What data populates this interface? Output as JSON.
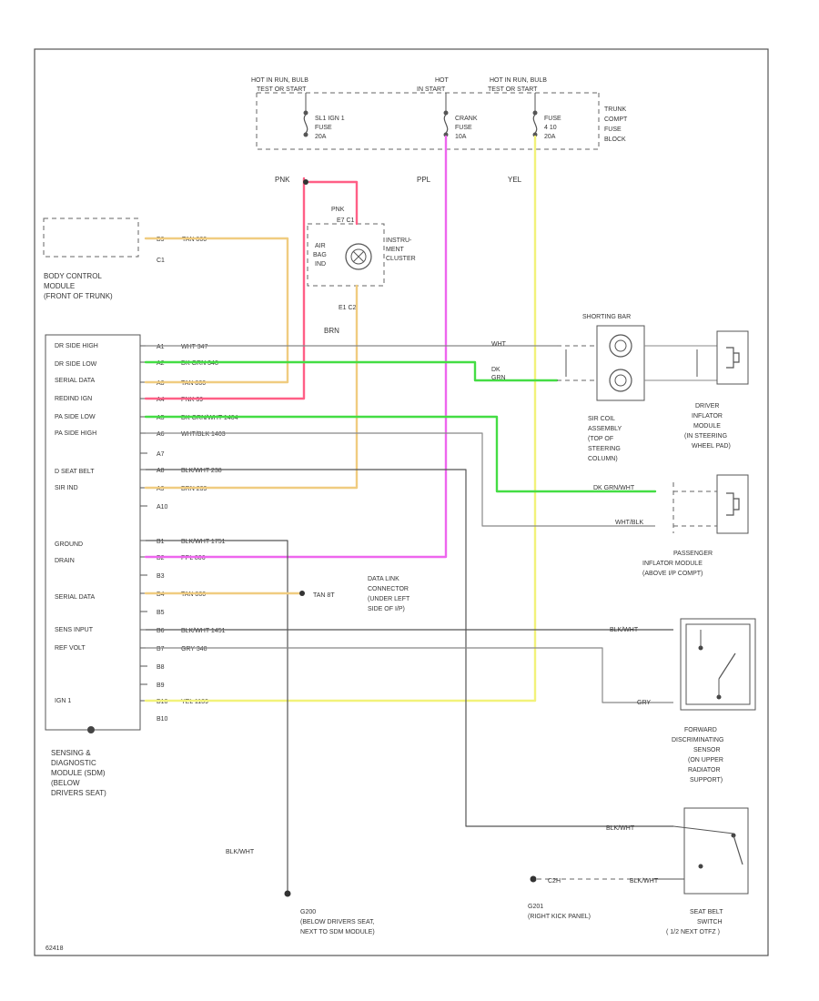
{
  "colors": {
    "pink": "#ff5f86",
    "green": "#44dd44",
    "tan": "#f0cc80",
    "yellow": "#f2f27a",
    "purple": "#ee66ee",
    "gray": "#888888",
    "dark": "#555555"
  },
  "fuse_block": {
    "hot1": [
      "HOT IN RUN, BULB",
      "TEST OR START"
    ],
    "hot2": [
      "HOT",
      "IN START"
    ],
    "hot3": [
      "HOT IN RUN, BULB",
      "TEST OR START"
    ],
    "fuse1": [
      "SL1 IGN 1",
      "FUSE",
      "20A"
    ],
    "fuse2": [
      "CRANK",
      "FUSE",
      "10A"
    ],
    "fuse3": [
      "FUSE",
      "4 10",
      "20A"
    ],
    "block_name": [
      "TRUNK",
      "COMPT",
      "FUSE",
      "BLOCK"
    ]
  },
  "wire_labels": {
    "pnk": "PNK",
    "ppl": "PPL",
    "yel": "YEL",
    "brn": "BRN"
  },
  "cluster": {
    "top": [
      "PNK",
      "E7 C1"
    ],
    "left": [
      "AIR",
      "BAG",
      "IND"
    ],
    "right": [
      "INSTRU-",
      "MENT",
      "CLUSTER"
    ],
    "bottom": "E1 C2"
  },
  "bcm": {
    "pin": "B9",
    "wire": "TAN 800",
    "conn": "C1",
    "name": [
      "BODY CONTROL",
      "MODULE",
      "(FRONT OF TRUNK)"
    ]
  },
  "sdm": {
    "labels": [
      "DR SIDE HIGH",
      "DR SIDE LOW",
      "SERIAL DATA",
      "REDIND IGN",
      "PA SIDE LOW",
      "PA SIDE HIGH",
      "D SEAT BELT",
      "SIR IND",
      "GROUND",
      "DRAIN",
      "SERIAL DATA",
      "SENS INPUT",
      "REF VOLT",
      "IGN 1"
    ],
    "pins": [
      "A1",
      "A2",
      "A3",
      "A4",
      "A5",
      "A6",
      "A7",
      "A8",
      "A9",
      "A10",
      "B1",
      "B2",
      "B3",
      "B4",
      "B5",
      "B6",
      "B7",
      "B8",
      "B9",
      "B10"
    ],
    "wires": [
      "WHT 347",
      "DK GRN 348",
      "TAN 800",
      "PNK 39",
      "DK GRN/WHT 1404",
      "WHT/BLK 1403",
      "BLK/WHT 238",
      "BRN 239",
      "BLK/WHT 1751",
      "PPL 806",
      "TAN 800",
      "BLK/WHT 1451",
      "GRY 348",
      "YEL 1139"
    ],
    "name": [
      "SENSING &",
      "DIAGNOSTIC",
      "MODULE (SDM)",
      "(BELOW",
      "DRIVERS SEAT)"
    ]
  },
  "sir_coil": {
    "title": "SHORTING BAR",
    "wht": "WHT",
    "dkgrn": [
      "DK",
      "GRN"
    ],
    "name": [
      "SIR COIL",
      "ASSEMBLY",
      "(TOP OF",
      "STEERING",
      "COLUMN)"
    ]
  },
  "driver_module": {
    "name": [
      "DRIVER",
      "INFLATOR",
      "MODULE",
      "(IN STEERING",
      "WHEEL PAD)"
    ]
  },
  "pass_module": {
    "wire1": "DK GRN/WHT",
    "wire2": "WHT/BLK",
    "name": [
      "PASSENGER",
      "INFLATOR MODULE",
      "(ABOVE I/P COMPT)"
    ]
  },
  "dlc": {
    "wire": "TAN 8T",
    "name": [
      "DATA LINK",
      "CONNECTOR",
      "(UNDER LEFT",
      "SIDE OF I/P)"
    ]
  },
  "fwd_sensor": {
    "wire1": "BLK/WHT",
    "wire2": "GRY",
    "name": [
      "FORWARD",
      "DISCRIMINATING",
      "SENSOR",
      "(ON UPPER",
      "RADIATOR",
      "SUPPORT)"
    ]
  },
  "seat_switch": {
    "wire": "BLK/WHT",
    "name": [
      "SEAT BELT",
      "SWITCH",
      "( 1/2 NEXT OTFZ )"
    ]
  },
  "g201": {
    "left": "C2H",
    "right": "BLK/WHT",
    "name": [
      "G201",
      "(RIGHT KICK PANEL)"
    ]
  },
  "g200": {
    "wire": "BLK/WHT",
    "name": [
      "G200",
      "(BELOW DRIVERS SEAT,",
      "NEXT TO SDM MODULE)"
    ]
  },
  "footer": "62418"
}
